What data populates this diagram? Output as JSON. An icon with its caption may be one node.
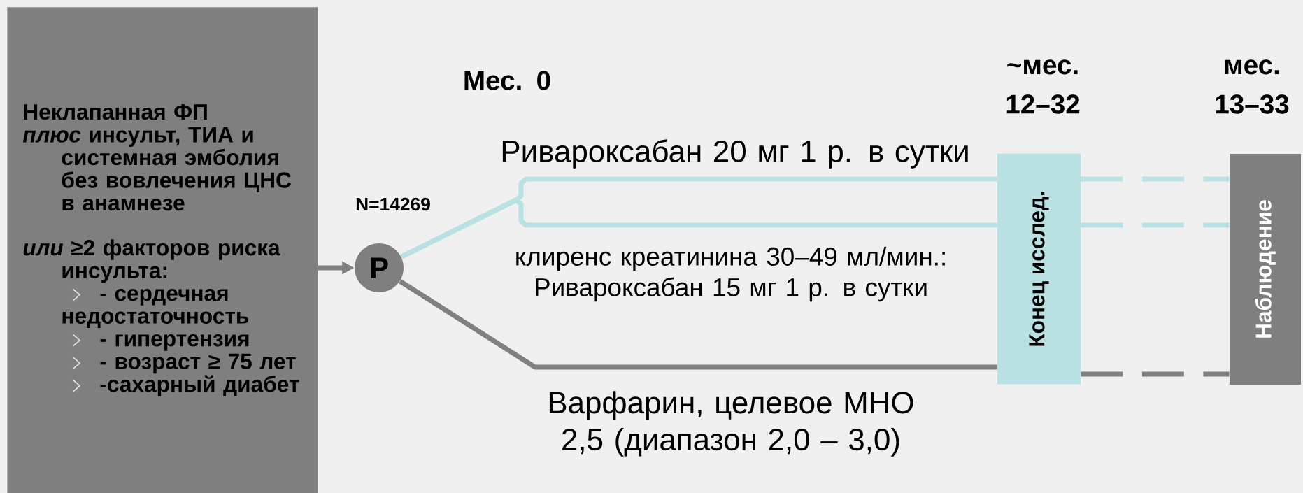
{
  "diagram": {
    "nodes": [
      {
        "text": [
          "Неклапанная ФП",
          "*плюс* инсульт, ТИА и системная эмболия без вовлечения ЦНС в анамнезе",
          "*или*  ≥2 факторов риска инсульта:",
          "- сердечная недостаточность",
          "- гипертензия",
          "- возраст ≥ 75 лет",
          "-сахарный диабет"
        ]
      },
      {
        "text": [
          "Р"
        ]
      },
      {
        "text": [
          "Конец исслед."
        ]
      },
      {
        "text": [
          "Наблюдение"
        ]
      }
    ],
    "edges": [
      {
        "from": 0,
        "to": 1,
        "arrow": "to",
        "color": "#808080"
      },
      {
        "from": 1,
        "to": 2,
        "arrow": "none",
        "label": "Ривароксабан 20 мг 1 р. в сутки"
      },
      {
        "from": 1,
        "to": 2,
        "arrow": "none",
        "label": "клиренс креатинина 30–49 мл/мин.: Ривароксабан 15 мг 1 р. в сутки"
      },
      {
        "from": 1,
        "to": 2,
        "arrow": "none",
        "label": "Варфарин, целевое МНО 2,5 (диапазон 2,0 – 3,0)",
        "color": "#808080"
      },
      {
        "from": 2,
        "to": 3,
        "arrow": "none",
        "style": "dashed"
      },
      {
        "from": 2,
        "to": 3,
        "arrow": "none",
        "style": "dashed"
      },
      {
        "from": 2,
        "to": 3,
        "arrow": "none",
        "style": "dashed",
        "color": "#808080"
      }
    ],
    "labels": [
      "Мес. 0",
      "~мес. 12–32",
      "мес. 13–33",
      "N=14269"
    ]
  }
}
